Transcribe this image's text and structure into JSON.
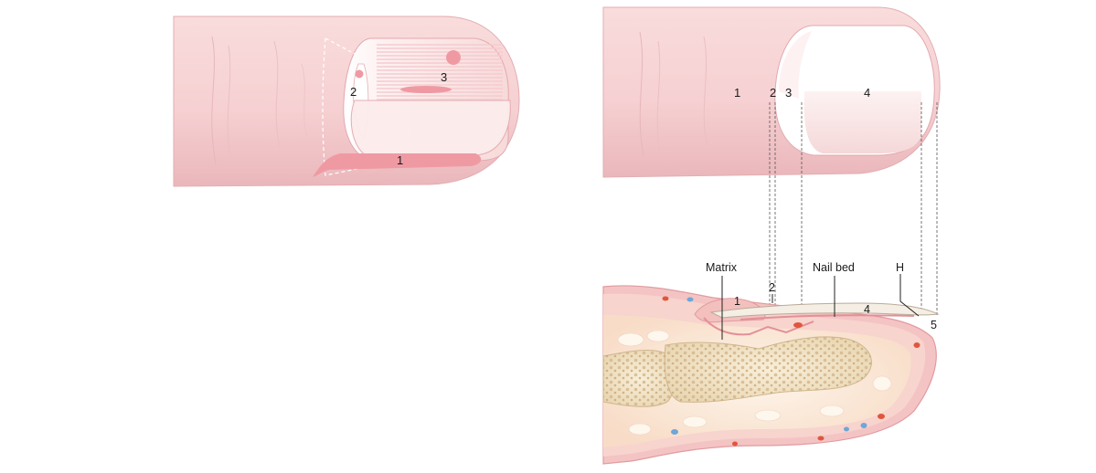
{
  "left_panel": {
    "labels": {
      "lunula": "2",
      "spot": "3",
      "fold": "1"
    }
  },
  "right_top": {
    "labels": {
      "skin": "1",
      "matrix_edge": "2",
      "lunula_edge": "3",
      "plate": "4"
    }
  },
  "right_section": {
    "labels": {
      "matrix": "Matrix",
      "nail_bed": "Nail bed",
      "hyponychium": "H",
      "n1": "1",
      "n2": "2",
      "n4": "4",
      "n5": "5"
    }
  },
  "colors": {
    "skin": "#f6d3d4",
    "skin_shadow": "#eab5b8",
    "nail": "#fbe9ea",
    "fold_pink": "#ef9aa3",
    "bone": "#eee0c3",
    "bone_dots": "#c8a97e",
    "tissue": "#f4c9c4",
    "fat": "#fbe8d6",
    "vessel_red": "#e0563c",
    "vessel_blue": "#6fa6d8"
  }
}
